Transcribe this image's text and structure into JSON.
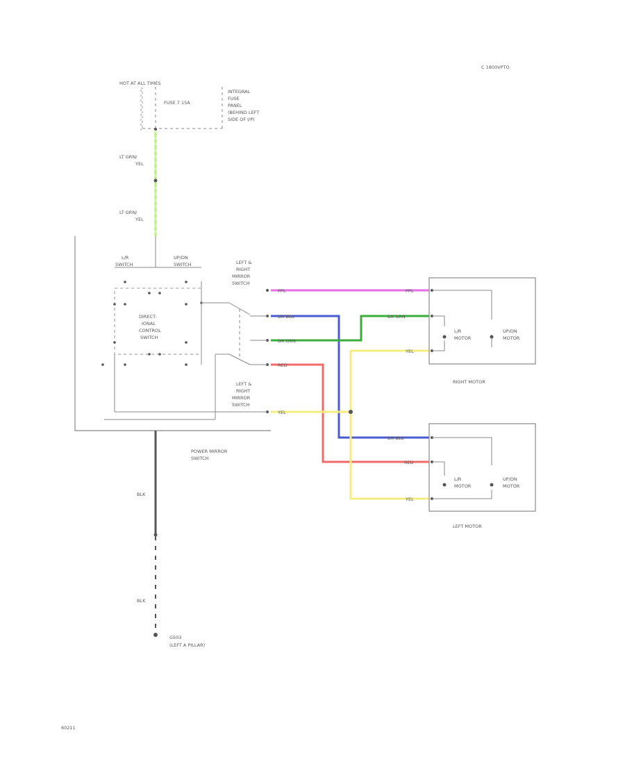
{
  "header": {
    "code": "C 1800VPTO"
  },
  "power": {
    "hot_label": "HOT AT ALL TIMES",
    "fuse_label": "FUSE 7 15A",
    "panel_label": [
      "INTEGRAL",
      "FUSE",
      "PANEL",
      "(BEHIND LEFT",
      "SIDE OF I/P)"
    ]
  },
  "wires": {
    "lt_grn_yel_1": [
      "LT GRN/",
      "YEL"
    ],
    "lt_grn_yel_2": [
      "LT GRN/",
      "YEL"
    ],
    "ppl": "PPL",
    "dk_blu": "DK BLU",
    "dk_grn": "DK GRN",
    "red": "RED",
    "yel": "YEL",
    "blk_1": "BLK",
    "blk_2": "BLK"
  },
  "switch": {
    "lr_label": [
      "L/R",
      "SWITCH"
    ],
    "updn_label": [
      "UP/DN",
      "SWITCH"
    ],
    "directional_label": [
      "DIRECT-",
      "IONAL",
      "CONTROL",
      "SWITCH"
    ],
    "lr_mirror_label_top": [
      "LEFT &",
      "RIGHT",
      "MIRROR",
      "SWITCH"
    ],
    "lr_mirror_label_bottom": [
      "LEFT &",
      "RIGHT",
      "MIRROR",
      "SWITCH"
    ],
    "power_mirror_label": [
      "POWER MIRROR",
      "SWITCH"
    ]
  },
  "motors": {
    "right_motor_label": "RIGHT MOTOR",
    "left_motor_label": "LEFT MOTOR",
    "lr_motor": [
      "L/R",
      "MOTOR"
    ],
    "updn_motor": [
      "UP/DN",
      "MOTOR"
    ]
  },
  "ground": {
    "label": [
      "G503",
      "(LEFT A PILLAR)"
    ]
  },
  "footer": {
    "page_id": "60211"
  },
  "colors": {
    "lt_grn_yel": "#b4f07a",
    "ppl": "#e66ee6",
    "dk_blu": "#4a5ad0",
    "dk_grn": "#3aac3a",
    "red": "#f06a6a",
    "yel": "#f4ec80",
    "blk": "#555555"
  }
}
